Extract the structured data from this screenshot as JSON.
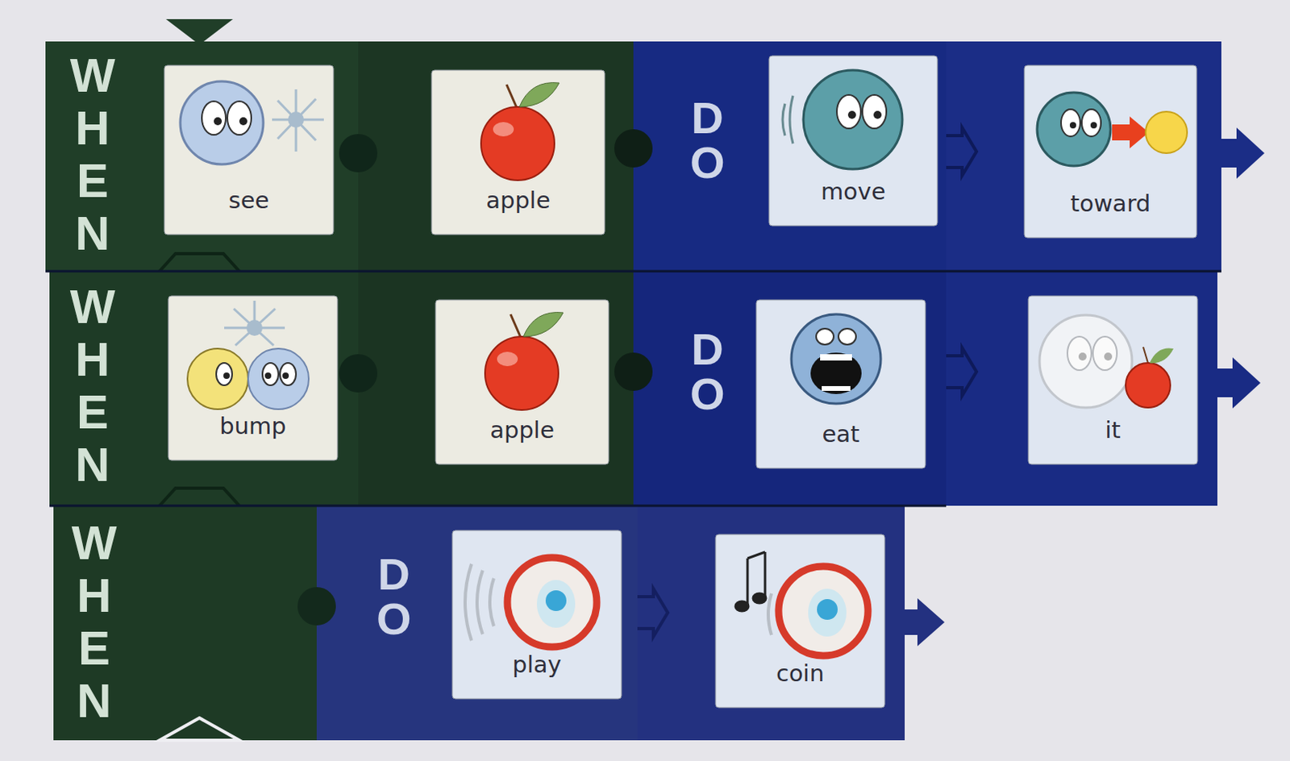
{
  "diagram": {
    "nodes": [
      {
        "text": [
          "WHEN"
        ]
      },
      {
        "text": [
          "see"
        ],
        "in": 0
      },
      {
        "text": [
          "apple"
        ]
      },
      {
        "text": [
          "DO"
        ]
      },
      {
        "text": [
          "move"
        ],
        "in": 3
      },
      {
        "text": [
          "toward"
        ]
      },
      {
        "text": [
          "WHEN"
        ]
      },
      {
        "text": [
          "bump"
        ],
        "in": 6
      },
      {
        "text": [
          "apple"
        ]
      },
      {
        "text": [
          "DO"
        ]
      },
      {
        "text": [
          "eat"
        ],
        "in": 9
      },
      {
        "text": [
          "it"
        ]
      },
      {
        "text": [
          "WHEN"
        ]
      },
      {
        "text": [
          "DO"
        ]
      },
      {
        "text": [
          "play"
        ],
        "in": 13
      },
      {
        "text": [
          "coin"
        ]
      }
    ]
  }
}
